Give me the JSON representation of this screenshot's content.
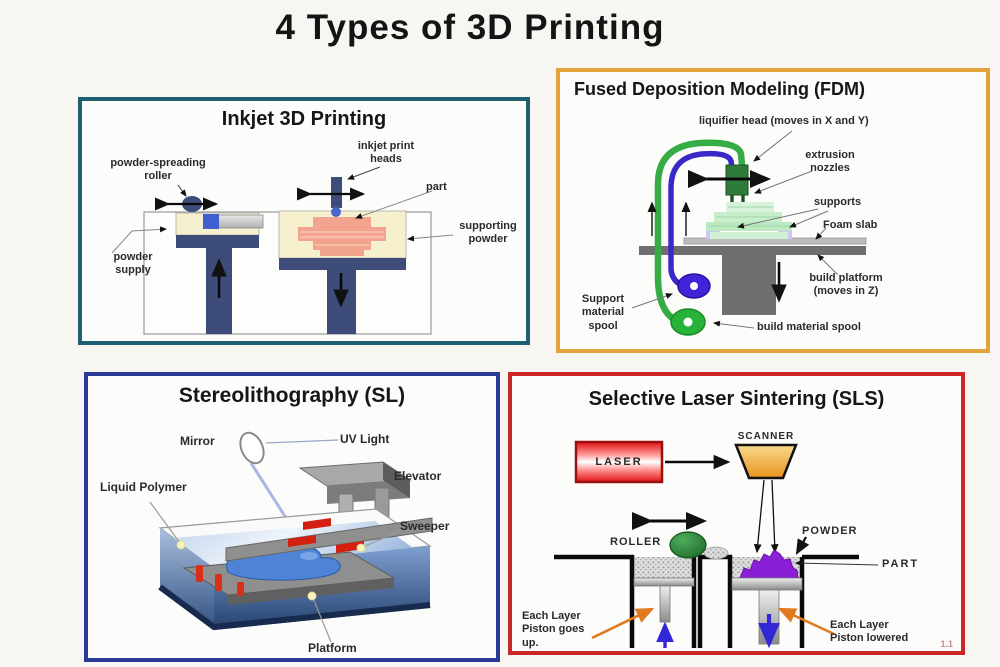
{
  "page": {
    "title": "4 Types of 3D Printing",
    "background": "#f7f6f3",
    "footnote": "1.1"
  },
  "inkjet": {
    "title": "Inkjet 3D Printing",
    "accent": "#1d5f70",
    "labels": {
      "roller": "powder-spreading\nroller",
      "heads": "inkjet print\nheads",
      "part": "part",
      "supporting_powder": "supporting\npowder",
      "powder_supply": "powder\nsupply"
    },
    "colors": {
      "piston": "#3d4c78",
      "powder": "#f6f0cf",
      "part": "#f3a48e",
      "head_drop": "#4a66cc"
    }
  },
  "fdm": {
    "title": "Fused Deposition Modeling (FDM)",
    "accent": "#e2a33d",
    "labels": {
      "liquifier": "liquifier head (moves in X and Y)",
      "nozzles": "extrusion\nnozzles",
      "supports": "supports",
      "foam": "Foam slab",
      "platform": "build platform\n(moves in Z)",
      "support_spool": "Support\nmaterial\nspool",
      "build_spool": "build material spool"
    },
    "colors": {
      "build_tube": "#35ad44",
      "support_tube": "#3a28c8",
      "head": "#2f7c3a",
      "part": "#c8eecb",
      "supports": "#c9c9ef",
      "platform": "#6f6f6f"
    }
  },
  "sl": {
    "title": "Stereolithography (SL)",
    "accent": "#2b3a96",
    "labels": {
      "mirror": "Mirror",
      "uv": "UV Light",
      "polymer": "Liquid Polymer",
      "elevator": "Elevator",
      "sweeper": "Sweeper",
      "platform": "Platform"
    },
    "colors": {
      "liquid": "#7396cc",
      "part": "#4f83d6",
      "clamps": "#d42010",
      "beam": "#a9b6e6"
    }
  },
  "sls": {
    "title": "Selective Laser Sintering (SLS)",
    "accent": "#cc2727",
    "labels": {
      "laser": "LASER",
      "scanner": "SCANNER",
      "roller": "ROLLER",
      "powder": "POWDER",
      "part": "PART",
      "left_note": "Each Layer\nPiston goes\nup.",
      "right_note": "Each Layer\nPiston lowered"
    },
    "colors": {
      "laser_box": "#e21212",
      "scanner": "#e8941e",
      "roller": "#1c6426",
      "part": "#8a1fd8",
      "arrows": "#3328d8",
      "notes_arrow": "#e07a1f"
    }
  }
}
